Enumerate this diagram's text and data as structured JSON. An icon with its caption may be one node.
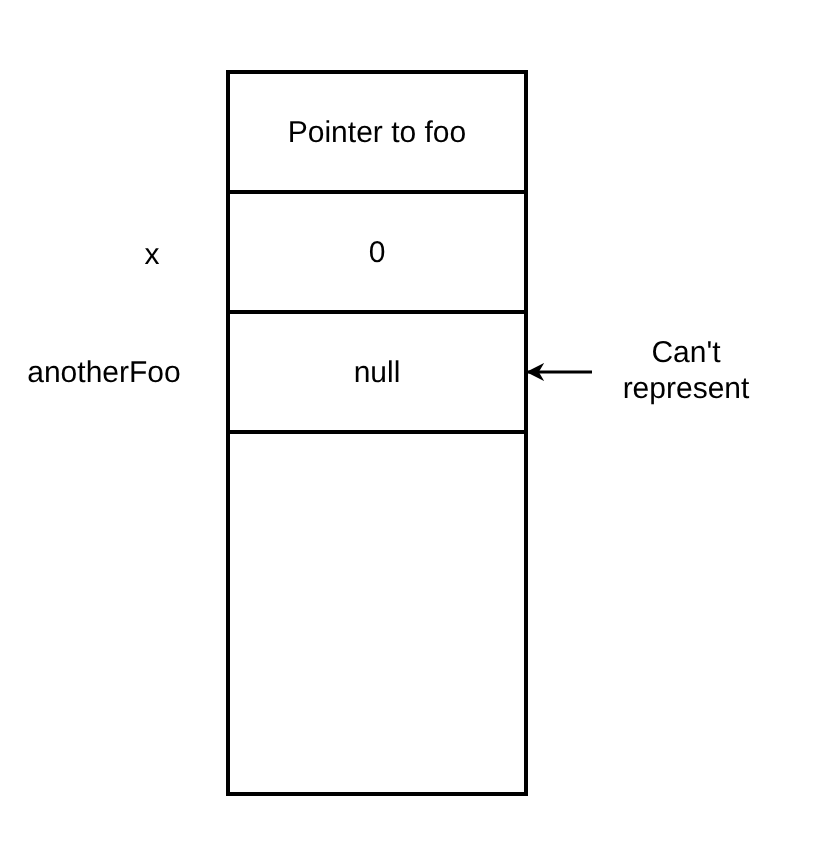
{
  "diagram": {
    "nodes": [
      {
        "text": [
          "Pointer to foo"
        ]
      },
      {
        "text": [
          "0"
        ],
        "beside": [
          "x"
        ]
      },
      {
        "text": [
          "null"
        ],
        "beside": [
          "anotherFoo"
        ]
      },
      {
        "text": [],
        "shape": "box"
      },
      {
        "text": [
          "Can't represent"
        ]
      }
    ],
    "edges": [
      {
        "from": 4,
        "to": 2,
        "arrow": "to"
      }
    ]
  }
}
